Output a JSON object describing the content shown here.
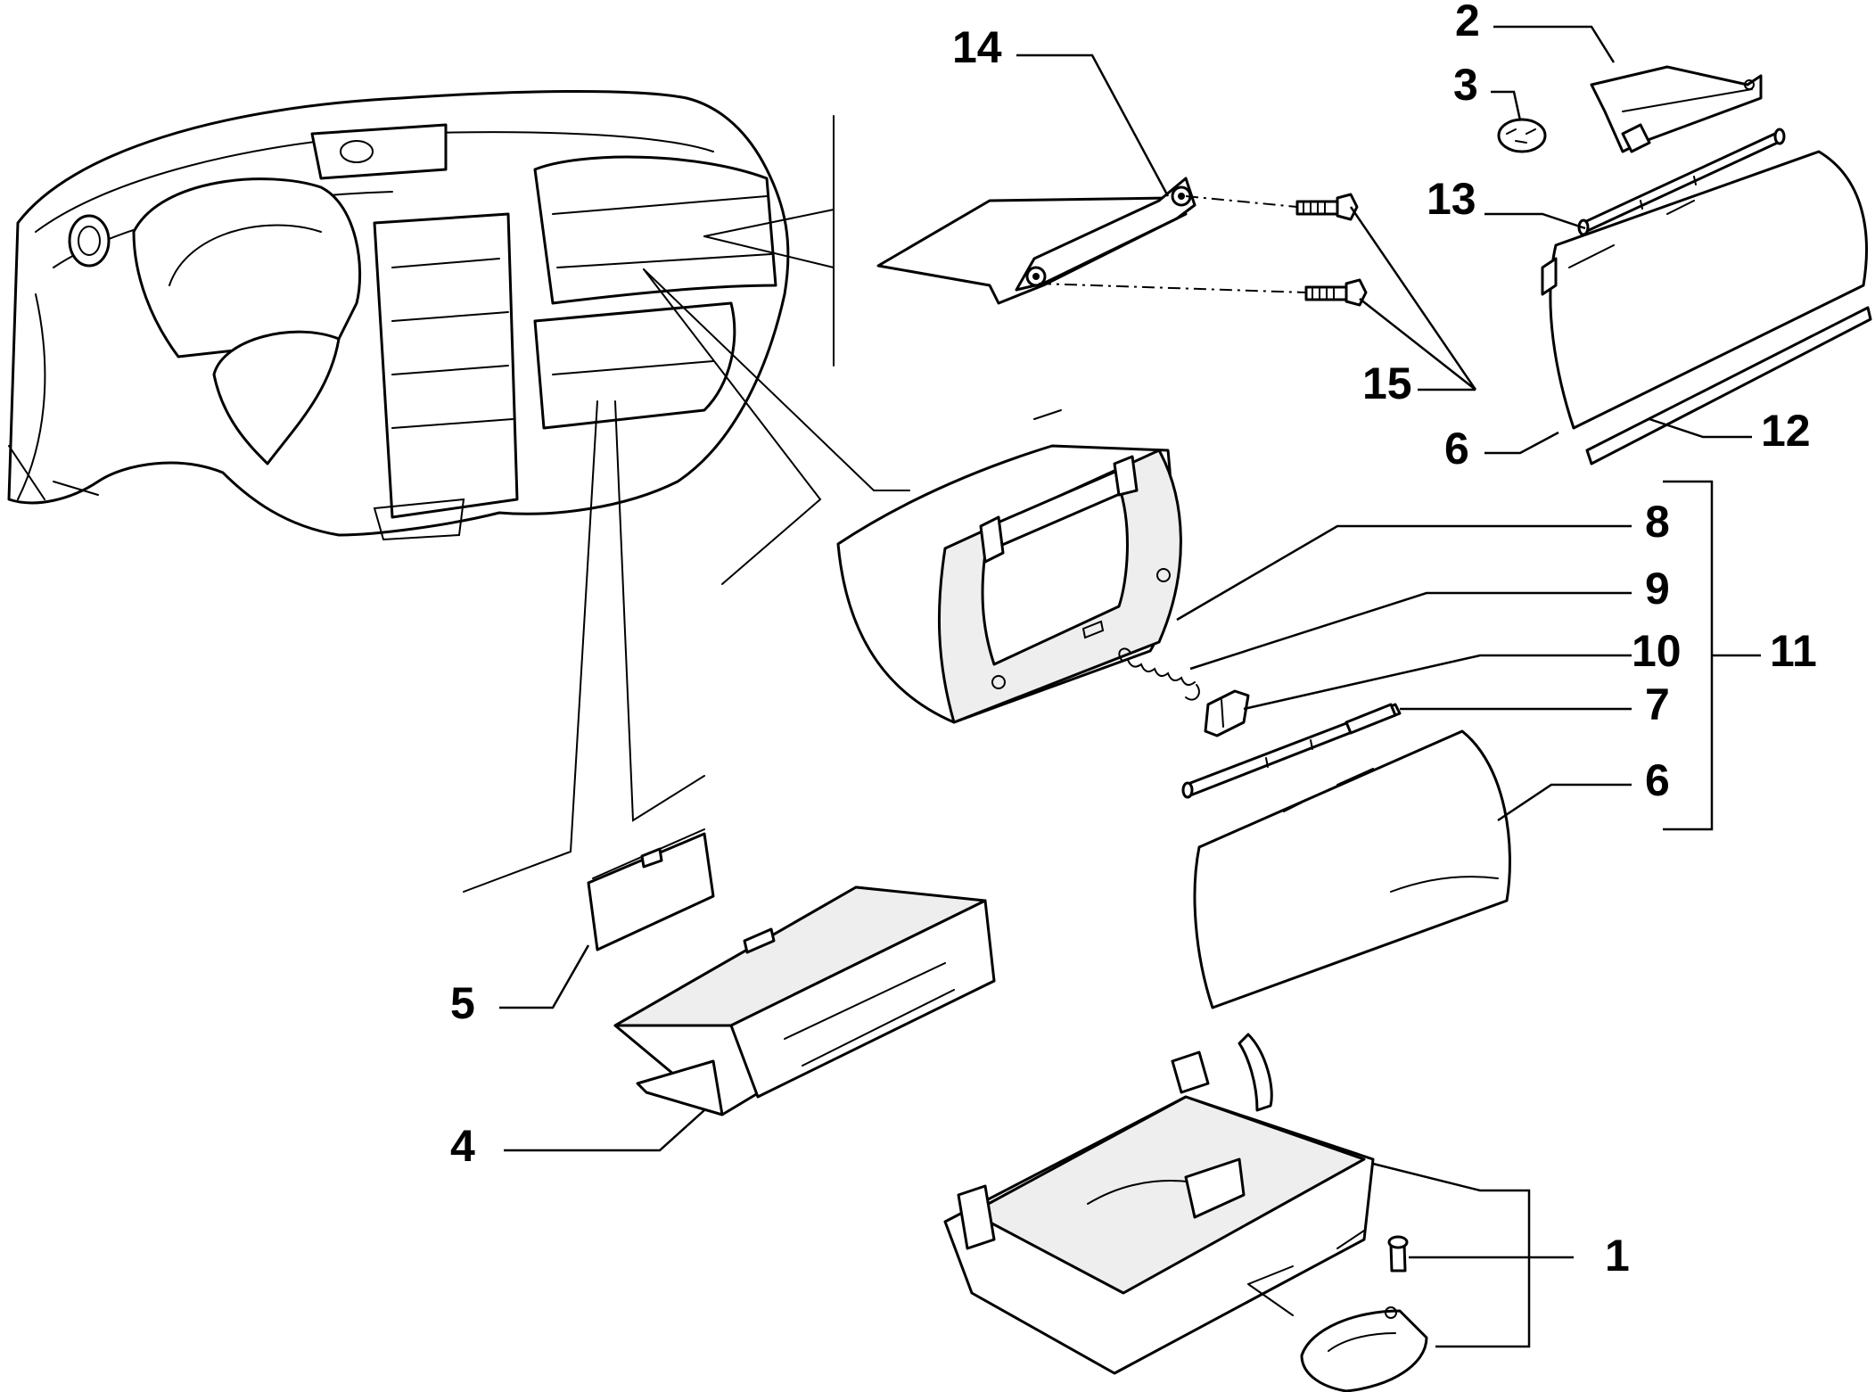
{
  "callouts": {
    "c1": "1",
    "c2": "2",
    "c3": "3",
    "c4": "4",
    "c5": "5",
    "c6a": "6",
    "c6b": "6",
    "c7": "7",
    "c8": "8",
    "c9": "9",
    "c10": "10",
    "c11": "11",
    "c12": "12",
    "c13": "13",
    "c14": "14",
    "c15": "15"
  }
}
